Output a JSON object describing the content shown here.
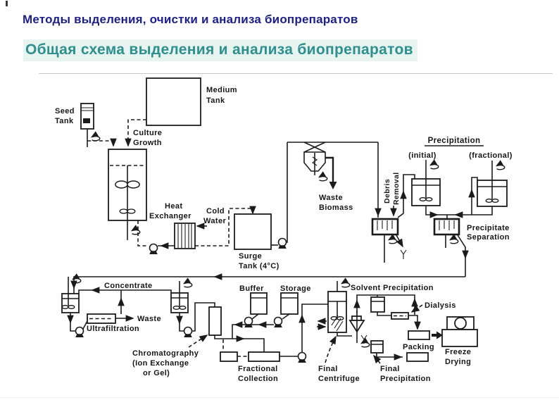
{
  "slide": {
    "title1": "Методы выделения, очистки и анализа биопрепаратов",
    "title2": "Общая схема выделения и анализа биопрепаратов"
  },
  "diagram": {
    "labels": {
      "seed_tank": [
        "Seed",
        "Tank"
      ],
      "medium_tank": [
        "Medium",
        "Tank"
      ],
      "culture_growth": [
        "Culture",
        "Growth"
      ],
      "heat_exchanger": [
        "Heat",
        "Exchanger"
      ],
      "cold_water": [
        "Cold",
        "Water"
      ],
      "surge_tank": [
        "Surge",
        "Tank (4°C)"
      ],
      "waste_biomass": [
        "Waste",
        "Biomass"
      ],
      "debris_removal": [
        "Debris",
        "Removal"
      ],
      "precipitation": "Precipitation",
      "initial": "(initial)",
      "fractional": "(fractional)",
      "precipitate_separation": [
        "Precipitate",
        "Separation"
      ],
      "concentrate": "Concentrate",
      "waste": "Waste",
      "ultrafiltration": "Ultrafiltration",
      "chromatography": [
        "Chromatography",
        "(Ion Exchange",
        "or Gel)"
      ],
      "buffer": "Buffer",
      "storage": "Storage",
      "fractional_collection": [
        "Fractional",
        "Collection"
      ],
      "solvent_precipitation": "Solvent Precipitation",
      "dialysis": "Dialysis",
      "final_centrifuge": [
        "Final",
        "Centrifuge"
      ],
      "final_precipitation": [
        "Final",
        "Precipitation"
      ],
      "packing": "Packing",
      "freeze_drying": [
        "Freeze",
        "Drying"
      ]
    },
    "colors": {
      "line": "#1b1b1b",
      "title1": "#1a1f8c",
      "title2": "#2d8f8f",
      "title2_highlight": "#e7f4ef",
      "divider": "#c8c8c8"
    }
  }
}
